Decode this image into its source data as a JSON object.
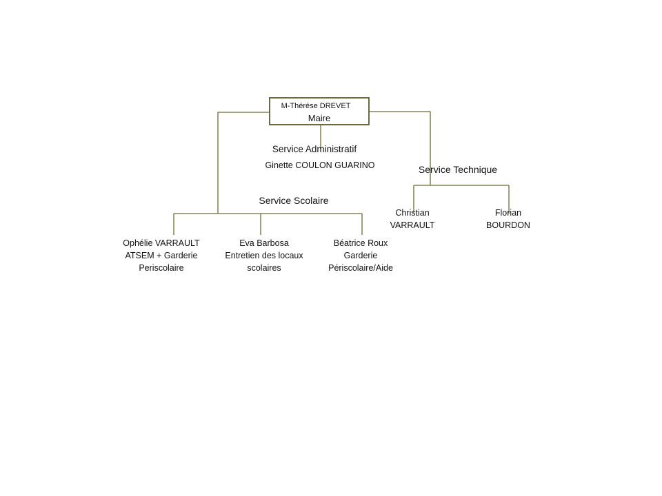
{
  "line_color": "#6b6b3b",
  "root": {
    "name": "M-Thérése DREVET",
    "role": "Maire"
  },
  "admin": {
    "title": "Service Administratif",
    "member": "Ginette COULON GUARINO"
  },
  "scolaire": {
    "title": "Service Scolaire",
    "members": [
      {
        "lines": [
          "Ophélie VARRAULT",
          "ATSEM + Garderie",
          "Periscolaire"
        ]
      },
      {
        "lines": [
          "Eva Barbosa",
          "Entretien des locaux",
          "scolaires"
        ]
      },
      {
        "lines": [
          "Béatrice Roux",
          "Garderie",
          "Périscolaire/Aide"
        ]
      }
    ]
  },
  "technique": {
    "title": "Service Technique",
    "members": [
      {
        "lines": [
          "Christian",
          "VARRAULT"
        ]
      },
      {
        "lines": [
          "Florian",
          "BOURDON"
        ]
      }
    ]
  }
}
